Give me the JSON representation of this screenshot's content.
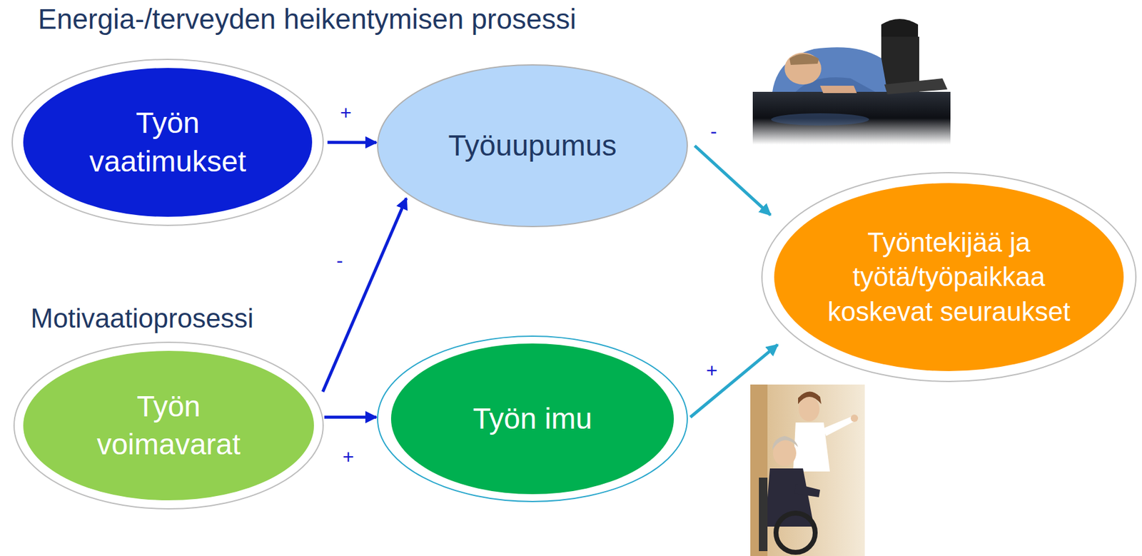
{
  "diagram": {
    "nodes": [
      {
        "text": [
          "Työn vaatimukset"
        ]
      },
      {
        "text": [
          "Työuupumus"
        ]
      },
      {
        "text": [
          "Työn voimavarat"
        ]
      },
      {
        "text": [
          "Työn imu"
        ]
      },
      {
        "text": [
          "Työntekijää ja työtä/työpaikkaa koskevat seuraukset"
        ]
      }
    ],
    "edges": [
      {
        "from": 0,
        "to": 1,
        "arrow": "to",
        "label": "+"
      },
      {
        "from": 2,
        "to": 1,
        "arrow": "to",
        "label": "-"
      },
      {
        "from": 2,
        "to": 3,
        "arrow": "to",
        "label": "+"
      },
      {
        "from": 1,
        "to": 4,
        "arrow": "to",
        "label": "-"
      },
      {
        "from": 3,
        "to": 4,
        "arrow": "to",
        "label": "+"
      }
    ],
    "labels": [
      "Energia-/terveyden heikentymisen prosessi",
      "Motivaatioprosessi"
    ]
  }
}
